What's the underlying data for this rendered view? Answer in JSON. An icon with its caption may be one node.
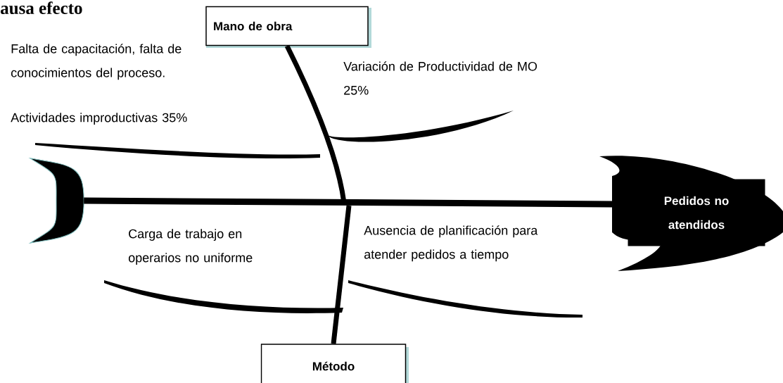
{
  "diagram": {
    "title": "ausa efecto",
    "nodes": [
      {
        "text": [
          "Mano de obra"
        ]
      },
      {
        "text": [],
        "shape": "crescent"
      },
      {
        "text": [
          "Pedidos no atendidos"
        ]
      },
      {
        "text": [
          "Método"
        ]
      }
    ],
    "edges": [
      {
        "from": 1,
        "to": 2,
        "arrow": "none"
      },
      {
        "from": 0,
        "to": null,
        "arrow": "none"
      },
      {
        "from": 3,
        "to": null,
        "arrow": "none"
      }
    ],
    "labels": [
      "Falta de capacitación, falta de conocimientos del proceso.",
      "Variación de Productividad de MO 25%",
      "Actividades improductivas 35%",
      "Carga de trabajo en operarios no uniforme",
      "Ausencia de planificación para atender pedidos a tiempo"
    ]
  }
}
